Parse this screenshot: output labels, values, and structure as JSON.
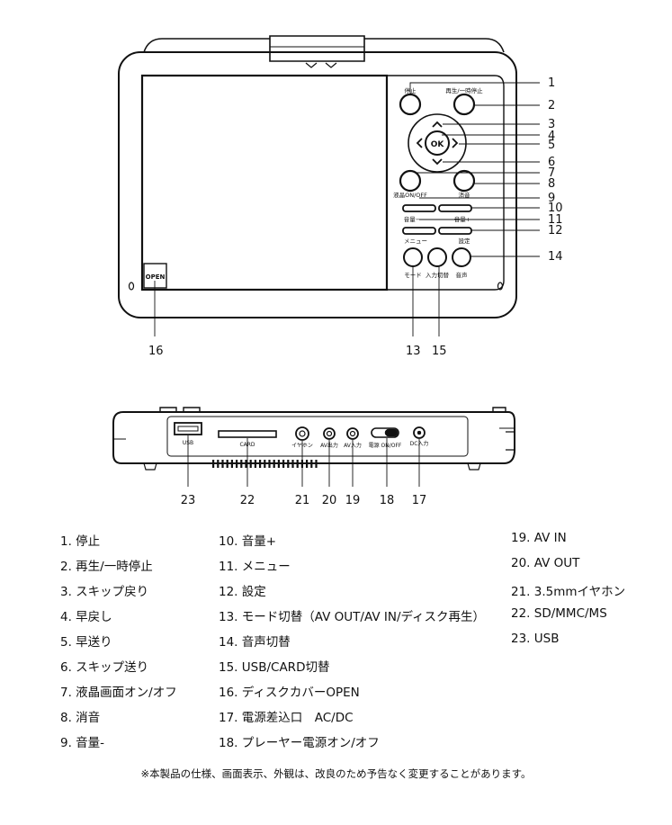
{
  "front": {
    "open_label": "OPEN",
    "ok_label": "OK",
    "labels": {
      "stop": "停止",
      "play_pause": "再生/一時停止",
      "lcd": "液晶ON/OFF",
      "mute": "消音",
      "vol_minus": "音量−",
      "vol_plus": "音量+",
      "menu": "メニュー",
      "setup": "設定",
      "mode": "モード",
      "input": "入力切替",
      "audio": "音声"
    },
    "callouts": [
      "1",
      "2",
      "3",
      "4",
      "5",
      "6",
      "7",
      "8",
      "9",
      "10",
      "11",
      "12",
      "14",
      "13",
      "15",
      "16"
    ]
  },
  "side": {
    "labels": {
      "usb": "USB",
      "card": "CARD",
      "earphone": "イヤホン",
      "av_out": "AV出力",
      "av_in": "AV入力",
      "power": "電源 ON/OFF",
      "dc_in": "DC入力"
    },
    "callouts": [
      "23",
      "22",
      "21",
      "20",
      "19",
      "18",
      "17"
    ]
  },
  "legend": {
    "col1": [
      "1. 停止",
      "2. 再生/一時停止",
      "3. スキップ戻り",
      "4. 早戻し",
      "5. 早送り",
      "6. スキップ送り",
      "7. 液晶画面オン/オフ",
      "8. 消音",
      "9. 音量-"
    ],
    "col2": [
      "10. 音量+",
      "11. メニュー",
      "12. 設定",
      "13. モード切替（AV OUT/AV IN/ディスク再生）",
      "14. 音声切替",
      "15. USB/CARD切替",
      "16. ディスクカバーOPEN",
      "17. 電源差込口　AC/DC",
      "18. プレーヤー電源オン/オフ"
    ],
    "col3": [
      "19. AV IN",
      "20. AV OUT",
      "21. 3.5mmイヤホン",
      "22. SD/MMC/MS",
      "23. USB"
    ]
  },
  "footnote": "※本製品の仕様、画面表示、外観は、改良のため予告なく変更することがあります。"
}
